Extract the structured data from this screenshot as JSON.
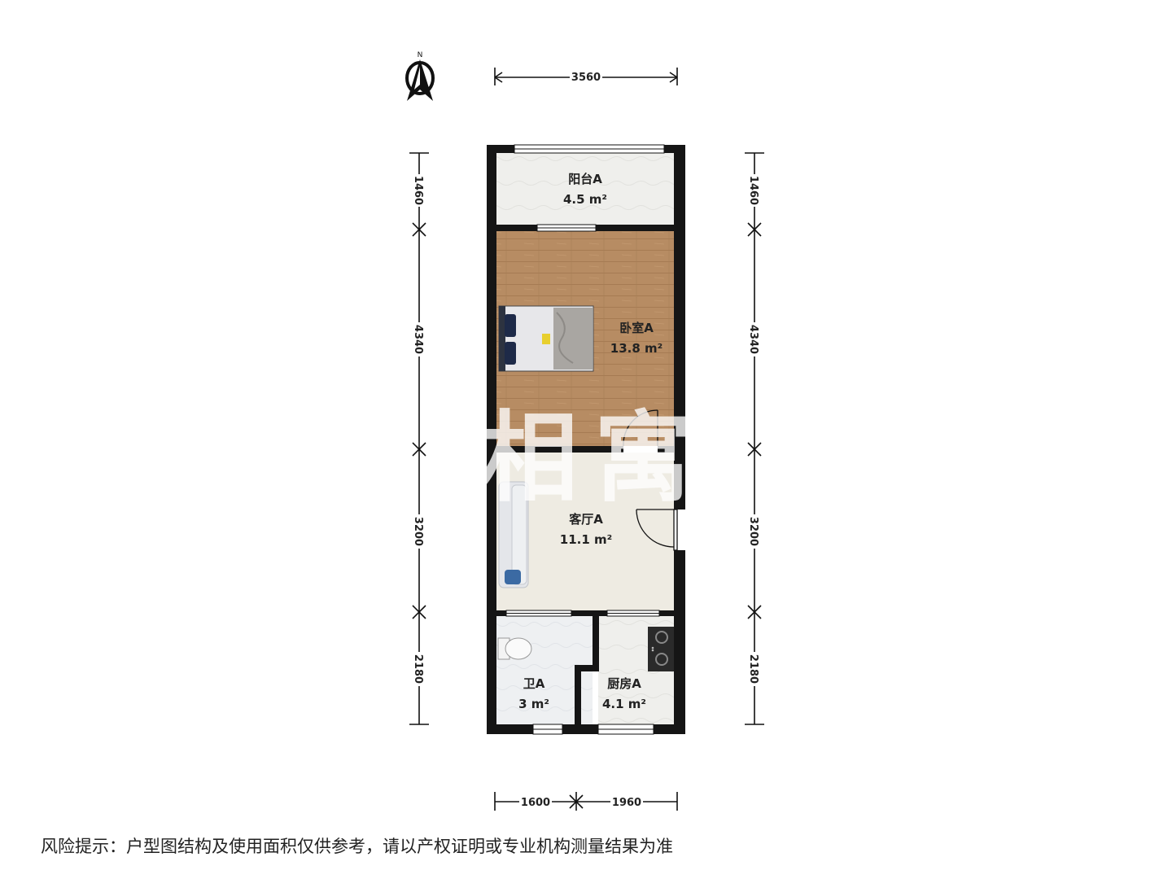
{
  "compass": {
    "north_label": "N"
  },
  "dimensions": {
    "top_total": "3560",
    "bottom": [
      "1600",
      "1960"
    ],
    "left": [
      "1460",
      "4340",
      "3200",
      "2180"
    ],
    "right": [
      "1460",
      "4340",
      "3200",
      "2180"
    ]
  },
  "rooms": {
    "balcony": {
      "name": "阳台A",
      "area": "4.5 m²"
    },
    "bedroom": {
      "name": "卧室A",
      "area": "13.8 m²"
    },
    "living": {
      "name": "客厅A",
      "area": "11.1 m²"
    },
    "bathroom": {
      "name": "卫A",
      "area": "3 m²"
    },
    "kitchen": {
      "name": "厨房A",
      "area": "4.1 m²"
    }
  },
  "watermark": "相寓",
  "disclaimer": "风险提示：户型图结构及使用面积仅供参考，请以产权证明或专业机构测量结果为准",
  "colors": {
    "wall": "#151515",
    "wood_floor": "#b78c63",
    "tile_floor": "#eeeeea",
    "living_floor": "#eeebe2",
    "bathroom_floor": "#eef0f3"
  }
}
